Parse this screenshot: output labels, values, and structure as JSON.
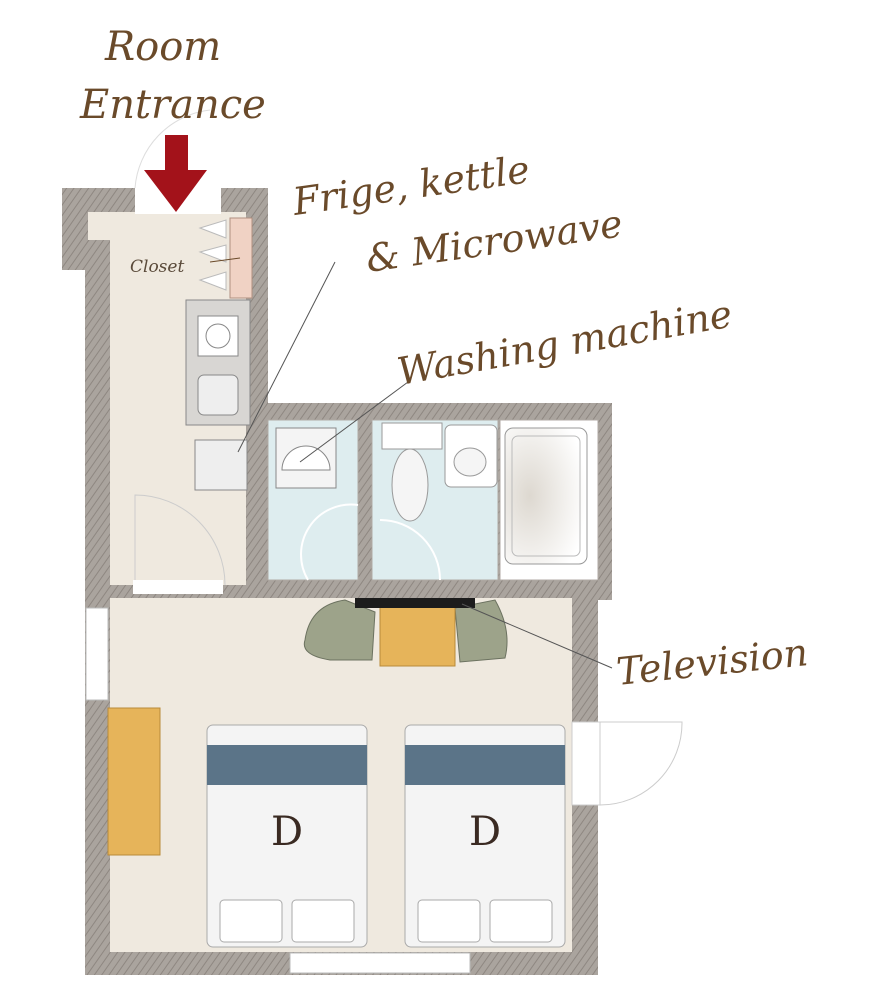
{
  "labels": {
    "entrance_line1": "Room",
    "entrance_line2": "Entrance",
    "kitchen_line1": "Frige, kettle",
    "kitchen_line2": "& Microwave",
    "washing": "Washing machine",
    "television": "Television",
    "closet": "Closet"
  },
  "beds": [
    {
      "type": "D"
    },
    {
      "type": "D"
    }
  ],
  "colors": {
    "wall": "#a39d97",
    "floor": "#efe9df",
    "wet_floor": "#deedef",
    "label": "#6a4a2a",
    "arrow": "#a3121a",
    "bed_band": "#5b7488",
    "wood": "#e6b45a",
    "chair": "#9da38a"
  }
}
